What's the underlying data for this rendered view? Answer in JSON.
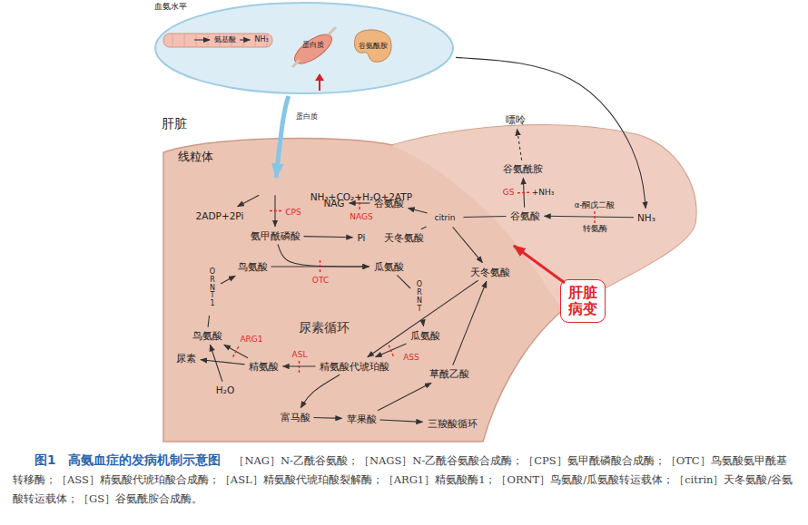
{
  "diagram": {
    "title": "图1　高氨血症的发病机制示意图",
    "caption": "［NAG］N-乙酰谷氨酸；［NAGS］N-乙酰谷氨酸合成酶；［CPS］氨甲酰磷酸合成酶；［OTC］鸟氨酸氨甲酰基转移酶；［ASS］精氨酸代琥珀酸合成酶；［ASL］精氨酸代琥珀酸裂解酶；［ARG1］精氨酸酶1；［ORNT］鸟氨酸/瓜氨酸转运载体；［citrin］天冬氨酸/谷氨酸转运载体；［GS］谷氨酰胺合成酶。",
    "nodes": [
      {
        "text": [
          "血氨水平"
        ]
      },
      {
        "text": [
          "蛋白质"
        ],
        "in": 0
      },
      {
        "text": [
          "氨基酸"
        ],
        "in": 0
      },
      {
        "text": [
          "NH₃"
        ],
        "in": 0
      },
      {
        "text": [
          "蛋白质"
        ],
        "in": 0
      },
      {
        "text": [
          "谷氨酰胺"
        ],
        "in": 0
      },
      {
        "text": [
          "肝脏"
        ]
      },
      {
        "text": [
          "线粒体"
        ],
        "in": 6
      },
      {
        "text": [
          "NH₃+CO₂+H₂O+2ATP"
        ],
        "in": 7
      },
      {
        "text": [
          "2ADP+2Pi"
        ],
        "in": 7
      },
      {
        "text": [
          "氨甲酰磷酸"
        ],
        "in": 7
      },
      {
        "text": [
          "NAG"
        ],
        "in": 7
      },
      {
        "text": [
          "谷氨酸"
        ],
        "in": 7
      },
      {
        "text": [
          "Pi"
        ],
        "in": 7
      },
      {
        "text": [
          "天冬氨酸"
        ],
        "in": 7
      },
      {
        "text": [
          "鸟氨酸"
        ],
        "in": 7
      },
      {
        "text": [
          "瓜氨酸"
        ],
        "in": 7
      },
      {
        "text": [
          "citrin"
        ],
        "in": 6
      },
      {
        "text": [
          "ORNT"
        ],
        "in": 6
      },
      {
        "text": [
          "ORNT1"
        ],
        "in": 6
      },
      {
        "text": [
          "鸟氨酸"
        ],
        "in": 6
      },
      {
        "text": [
          "尿素"
        ],
        "in": 6
      },
      {
        "text": [
          "精氨酸"
        ],
        "in": 6
      },
      {
        "text": [
          "H₂O"
        ],
        "in": 6
      },
      {
        "text": [
          "精氨酸代琥珀酸"
        ],
        "in": 6
      },
      {
        "text": [
          "瓜氨酸"
        ],
        "in": 6
      },
      {
        "text": [
          "富马酸"
        ],
        "in": 6
      },
      {
        "text": [
          "苹果酸"
        ],
        "in": 6
      },
      {
        "text": [
          "草酰乙酸"
        ],
        "in": 6
      },
      {
        "text": [
          "三羧酸循环"
        ],
        "in": 6
      },
      {
        "text": [
          "天冬氨酸"
        ],
        "in": 6
      },
      {
        "text": [
          "谷氨酸"
        ],
        "in": 6
      },
      {
        "text": [
          "谷氨酰胺"
        ],
        "in": 6
      },
      {
        "text": [
          "嘌呤"
        ]
      },
      {
        "text": [
          "NH₃"
        ],
        "in": 6
      },
      {
        "text": [
          "肝脏病变"
        ]
      }
    ],
    "edges": [
      {
        "from": 0,
        "to": 8,
        "arrow": "to"
      },
      {
        "from": 0,
        "to": 34,
        "arrow": "to"
      },
      {
        "from": 1,
        "to": 2,
        "arrow": "to"
      },
      {
        "from": 2,
        "to": 3,
        "arrow": "to"
      },
      {
        "from": 8,
        "to": 10,
        "label": "CPS",
        "arrow": "to"
      },
      {
        "from": 8,
        "to": 9,
        "arrow": "to"
      },
      {
        "from": 12,
        "to": 11,
        "label": "NAGS",
        "arrow": "to"
      },
      {
        "from": 10,
        "to": 16,
        "arrow": "to"
      },
      {
        "from": 10,
        "to": 13,
        "arrow": "to"
      },
      {
        "from": 15,
        "to": 16,
        "label": "OTC",
        "arrow": "to"
      },
      {
        "from": 14,
        "to": 17,
        "arrow": "none"
      },
      {
        "from": 17,
        "to": 30,
        "arrow": "to"
      },
      {
        "from": 31,
        "to": 17,
        "arrow": "none"
      },
      {
        "from": 17,
        "to": 12,
        "arrow": "to"
      },
      {
        "from": 16,
        "to": 18,
        "arrow": "none"
      },
      {
        "from": 18,
        "to": 25,
        "arrow": "to"
      },
      {
        "from": 25,
        "to": 24,
        "label": "ASS",
        "arrow": "to"
      },
      {
        "from": 24,
        "to": 22,
        "label": "ASL",
        "arrow": "to"
      },
      {
        "from": 24,
        "to": 26,
        "arrow": "to"
      },
      {
        "from": 22,
        "to": 20,
        "label": "ARG1",
        "arrow": "to"
      },
      {
        "from": 22,
        "to": 21,
        "arrow": "to"
      },
      {
        "from": 23,
        "to": 20,
        "arrow": "to"
      },
      {
        "from": 20,
        "to": 19,
        "arrow": "none"
      },
      {
        "from": 19,
        "to": 15,
        "arrow": "to"
      },
      {
        "from": 26,
        "to": 27,
        "arrow": "to"
      },
      {
        "from": 27,
        "to": 28,
        "arrow": "to"
      },
      {
        "from": 27,
        "to": 29,
        "arrow": "to"
      },
      {
        "from": 28,
        "to": 30,
        "arrow": "to"
      },
      {
        "from": 30,
        "to": 24,
        "arrow": "to"
      },
      {
        "from": 31,
        "to": 32,
        "label": "GS",
        "arrow": "to"
      },
      {
        "from": 32,
        "to": 33,
        "arrow": "to"
      },
      {
        "from": 34,
        "to": 31,
        "arrow": "to"
      }
    ],
    "labels": [
      "尿素循环",
      "+NH₃",
      "α-酮戊二酸",
      "转氨酶"
    ]
  }
}
